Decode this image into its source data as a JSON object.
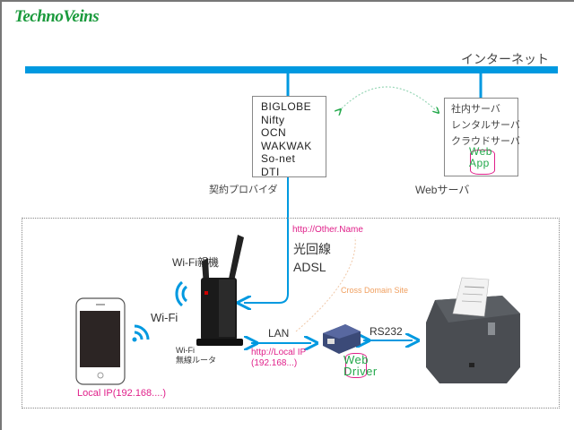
{
  "logo": {
    "text": "TechnoVeins"
  },
  "internet": {
    "label": "インターネット",
    "bar_color": "#0099e0"
  },
  "isp": {
    "caption": "契約プロバイダ",
    "items": [
      "BIGLOBE",
      "Nifty",
      "OCN",
      "WAKWAK",
      "So-net",
      "DTI"
    ]
  },
  "webserver": {
    "caption": "Webサーバ",
    "items": [
      "社内サーバ",
      "レンタルサーバ",
      "クラウドサーバ"
    ],
    "webapp": {
      "line1": "Web",
      "line2": "App"
    }
  },
  "line": {
    "url": "http://Other.Name",
    "type1": "光回線",
    "type2": "ADSL",
    "cross_domain": "Cross Domain Site"
  },
  "router": {
    "title": "Wi-Fi親機",
    "caption1": "Wi-Fi",
    "caption2": "無線ルータ"
  },
  "wifi": {
    "label": "Wi-Fi"
  },
  "phone": {
    "ip": "Local IP(192.168....)"
  },
  "lan": {
    "label": "LAN",
    "url1": "http://Local IP",
    "url2": "(192.168...)"
  },
  "webdriver": {
    "line1": "Web",
    "line2": "Driver"
  },
  "serial": {
    "label": "RS232"
  },
  "colors": {
    "accent": "#0099e0",
    "url": "#e0208a",
    "web": "#22a84a",
    "cross": "#f0a060",
    "logo": "#1a9a3c"
  }
}
